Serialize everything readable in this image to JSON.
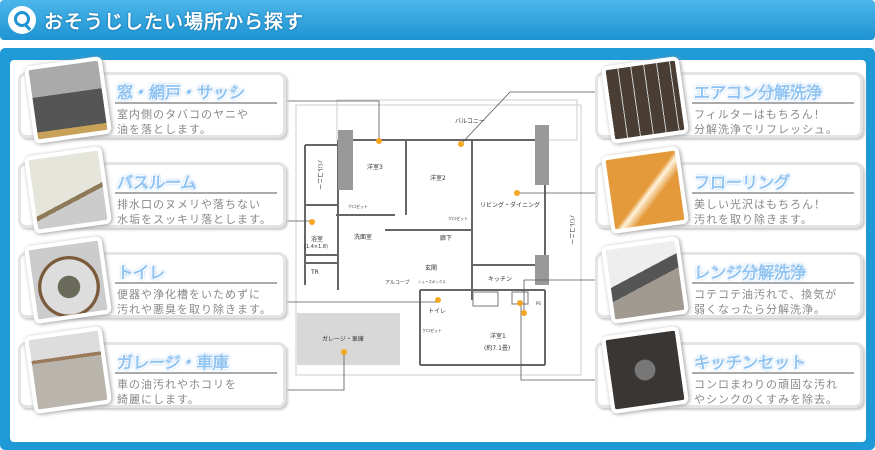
{
  "header": {
    "title": "おそうじしたい場所から探す",
    "icon": "search-icon"
  },
  "left_cards": [
    {
      "title": "窓・網戸・サッシ",
      "lines": [
        "室内側のタバコのヤニや",
        "油を落とします。"
      ],
      "photo_color": "#8f8c86"
    },
    {
      "title": "バスルーム",
      "lines": [
        "排水口のヌメリや落ちない",
        "水垢をスッキリ落とします。"
      ],
      "photo_color": "#d9d9cf"
    },
    {
      "title": "トイレ",
      "lines": [
        "便器や浄化槽をいためずに",
        "汚れや悪臭を取り除きます。"
      ],
      "photo_color": "#a08a6a"
    },
    {
      "title": "ガレージ・車庫",
      "lines": [
        "車の油汚れやホコリを",
        "綺麗にします。"
      ],
      "photo_color": "#b9b5ad"
    }
  ],
  "right_cards": [
    {
      "title": "エアコン分解洗浄",
      "lines": [
        "フィルターはもちろん！",
        "分解洗浄でリフレッシュ。"
      ],
      "photo_color": "#4a3e34"
    },
    {
      "title": "フローリング",
      "lines": [
        "美しい光沢はもちろん！",
        "汚れを取り除きます。"
      ],
      "photo_color": "#e49a3a"
    },
    {
      "title": "レンジ分解洗浄",
      "lines": [
        "コテコテ油汚れで、換気が",
        "弱くなったら分解洗浄。"
      ],
      "photo_color": "#8a8580"
    },
    {
      "title": "キッチンセット",
      "lines": [
        "コンロまわりの頑固な汚れ",
        "やシンクのくすみを除去。"
      ],
      "photo_color": "#3a3633"
    }
  ],
  "floorplan": {
    "balcony_top": "バルコニー",
    "balcony_left": "バルコニー",
    "balcony_right": "バルコニー",
    "room3": "洋室3",
    "room2": "洋室2",
    "living": "リビング・ダイニング",
    "bath": "浴室",
    "bath_size": "(1.4×1.8)",
    "washroom": "洗面室",
    "hall": "廊下",
    "entrance": "玄関",
    "kitchen": "キッチン",
    "tr": "TR",
    "alcove": "アルコーブ",
    "toilet": "トイレ",
    "garage": "ガレージ・車庫",
    "room1": "洋室1",
    "room1_size": "(約7.1畳)",
    "closet": "クロゼット",
    "shoebox": "シューズボックス",
    "ps": "PS"
  },
  "accent": "#1f9ad6",
  "marker": "#f5a623"
}
